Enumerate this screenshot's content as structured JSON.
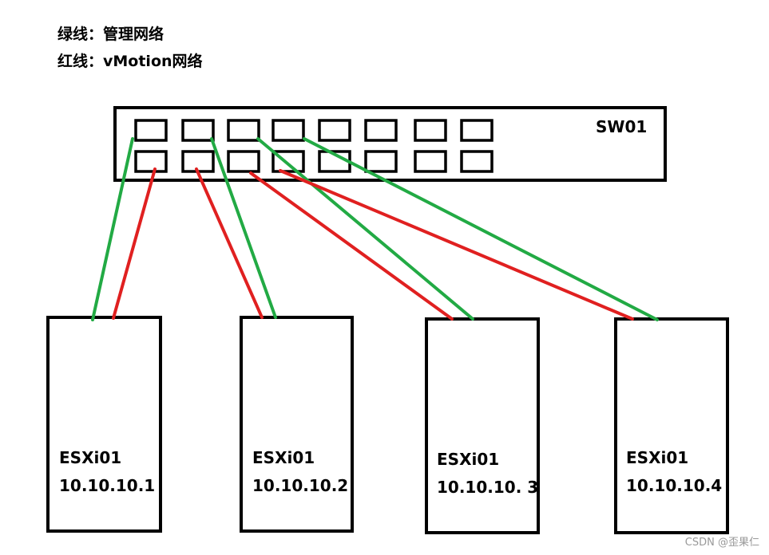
{
  "legend": {
    "green": "绿线：管理网络",
    "red": "红线：vMotion网络"
  },
  "switch": {
    "name": "SW01"
  },
  "hosts": [
    {
      "name": "ESXi01",
      "ip": "10.10.10.1"
    },
    {
      "name": "ESXi01",
      "ip": "10.10.10.2"
    },
    {
      "name": "ESXi01",
      "ip": "10.10.10. 3"
    },
    {
      "name": "ESXi01",
      "ip": "10.10.10.4"
    }
  ],
  "colors": {
    "management": "#22aa44",
    "vmotion": "#e02020",
    "outline": "#000000"
  },
  "watermark": "CSDN @歪果仁"
}
